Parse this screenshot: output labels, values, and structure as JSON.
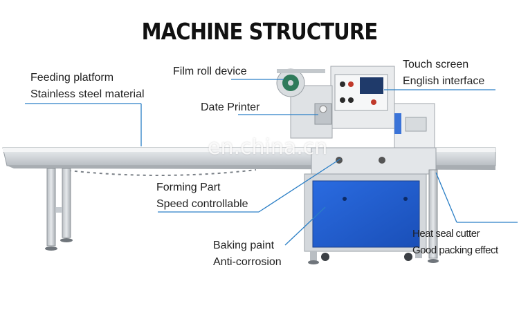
{
  "title": "MACHINE STRUCTURE",
  "watermark": "en.china.cn",
  "callouts": {
    "feeding": [
      "Feeding platform",
      "Stainless steel material"
    ],
    "film_roll": "Film roll device",
    "date_printer": "Date Printer",
    "touch_screen": [
      "Touch screen",
      "English interface"
    ],
    "forming": [
      "Forming Part",
      "Speed controllable"
    ],
    "baking": [
      "Baking paint",
      "Anti-corrosion"
    ],
    "heat_seal": [
      "Heat seal cutter",
      "Good packing effect"
    ]
  },
  "colors": {
    "leader_line": "#2b7fc6",
    "cabinet_blue": "#1f5fd1",
    "steel": "#cfd4d8"
  }
}
